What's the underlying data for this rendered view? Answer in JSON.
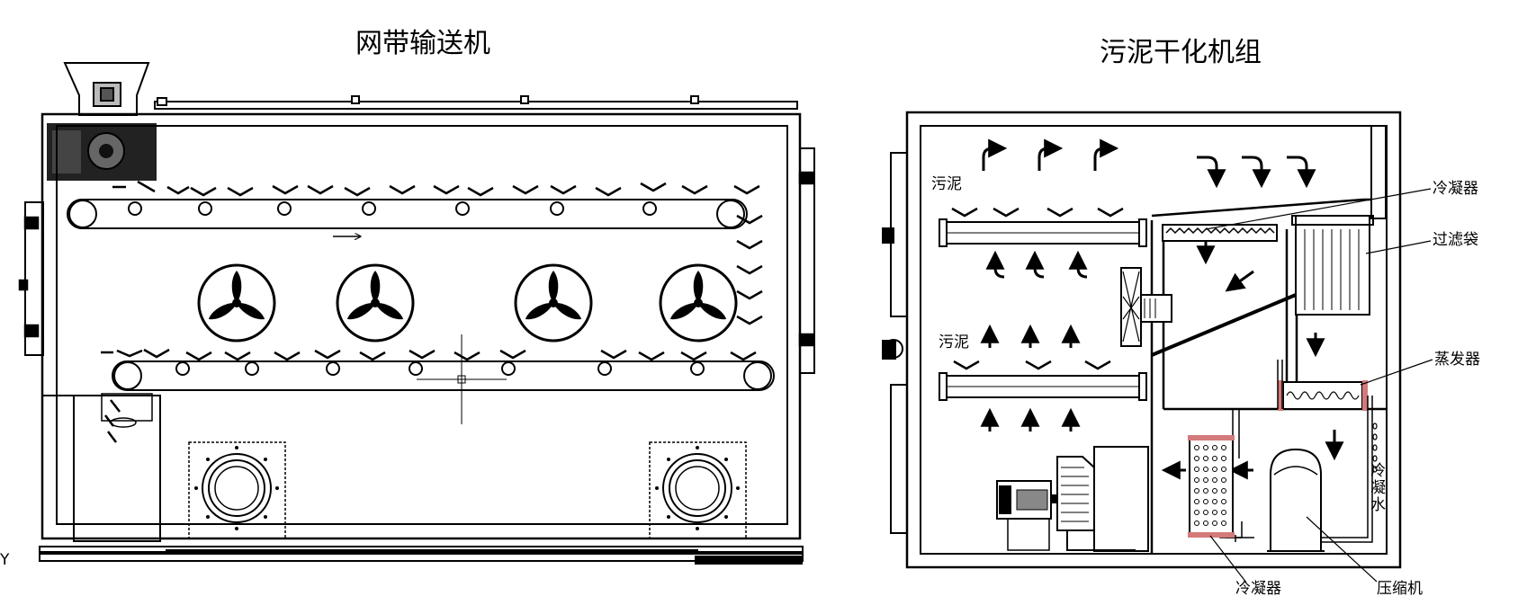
{
  "left_panel": {
    "title": "网带输送机",
    "stray_mark": "Y"
  },
  "right_panel": {
    "title": "污泥干化机组",
    "labels": {
      "sludge_upper": "污泥",
      "sludge_lower": "污泥",
      "condenser_top": "冷凝器",
      "filter_bag": "过滤袋",
      "evaporator": "蒸发器",
      "condensate": [
        "冷",
        "凝",
        "水"
      ],
      "condenser_bottom": "冷凝器",
      "compressor": "压缩机"
    }
  },
  "colors": {
    "line": "#000000",
    "pipe_highlight": "#d47a7a",
    "background": "#ffffff"
  }
}
